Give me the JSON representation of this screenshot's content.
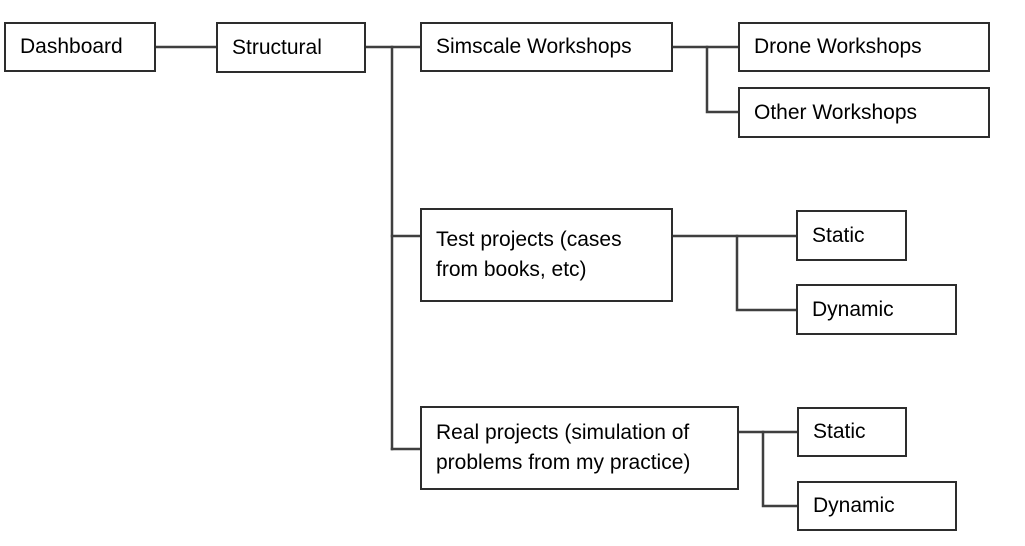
{
  "diagram": {
    "type": "tree-flowchart",
    "background_color": "#ffffff",
    "box_border_color": "#2d2d2d",
    "connector_color": "#3f3f3f",
    "text_color": "#000000",
    "nodes": {
      "dashboard": {
        "label": "Dashboard",
        "lines": [
          "Dashboard"
        ]
      },
      "structural": {
        "label": "Structural",
        "lines": [
          "Structural"
        ]
      },
      "simscale_workshops": {
        "label": "Simscale Workshops",
        "lines": [
          "Simscale Workshops"
        ]
      },
      "drone_workshops": {
        "label": "Drone Workshops",
        "lines": [
          "Drone Workshops"
        ]
      },
      "other_workshops": {
        "label": "Other Workshops",
        "lines": [
          "Other Workshops"
        ]
      },
      "test_projects": {
        "label": "Test projects (cases from books, etc)",
        "lines": [
          "Test projects (cases",
          "from books, etc)"
        ]
      },
      "test_static": {
        "label": "Static",
        "lines": [
          "Static"
        ]
      },
      "test_dynamic": {
        "label": "Dynamic",
        "lines": [
          "Dynamic"
        ]
      },
      "real_projects": {
        "label": "Real projects (simulation of problems from my practice)",
        "lines": [
          "Real projects (simulation of",
          "problems from my practice)"
        ]
      },
      "real_static": {
        "label": "Static",
        "lines": [
          "Static"
        ]
      },
      "real_dynamic": {
        "label": "Dynamic",
        "lines": [
          "Dynamic"
        ]
      }
    },
    "edges": [
      {
        "from": "dashboard",
        "to": "structural"
      },
      {
        "from": "structural",
        "to": "simscale_workshops"
      },
      {
        "from": "structural",
        "to": "test_projects"
      },
      {
        "from": "structural",
        "to": "real_projects"
      },
      {
        "from": "simscale_workshops",
        "to": "drone_workshops"
      },
      {
        "from": "simscale_workshops",
        "to": "other_workshops"
      },
      {
        "from": "test_projects",
        "to": "test_static"
      },
      {
        "from": "test_projects",
        "to": "test_dynamic"
      },
      {
        "from": "real_projects",
        "to": "real_static"
      },
      {
        "from": "real_projects",
        "to": "real_dynamic"
      }
    ]
  }
}
